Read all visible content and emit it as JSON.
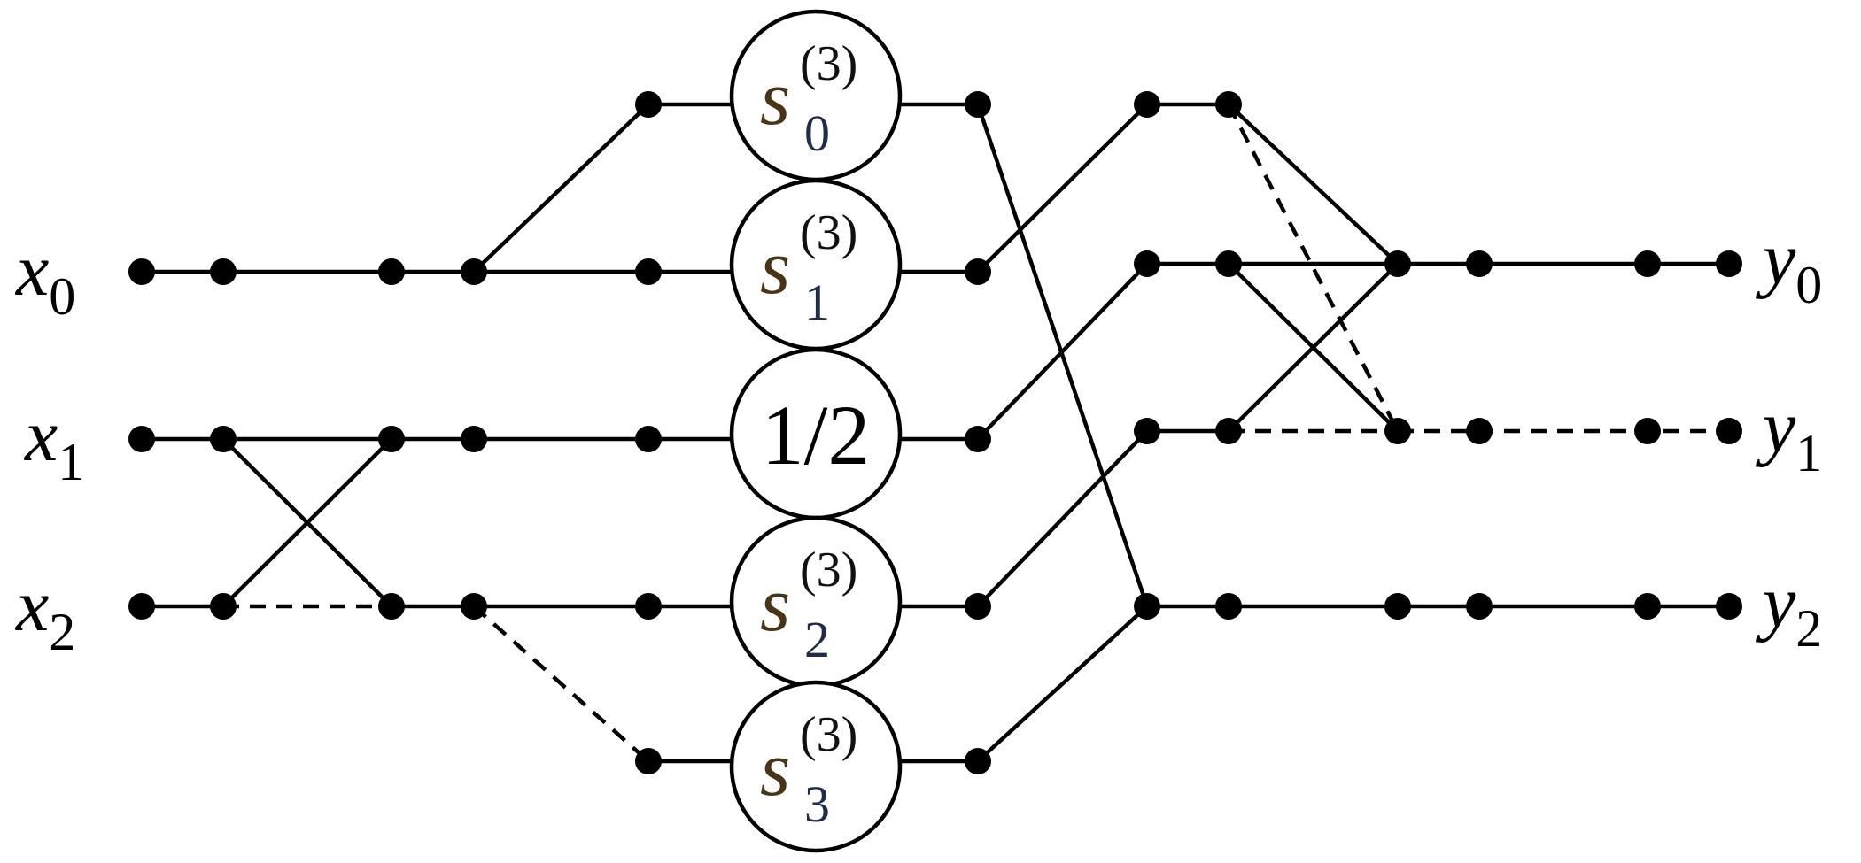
{
  "inputs": [
    {
      "symbol": "x",
      "sub": "0"
    },
    {
      "symbol": "x",
      "sub": "1"
    },
    {
      "symbol": "x",
      "sub": "2"
    }
  ],
  "outputs": [
    {
      "symbol": "y",
      "sub": "0"
    },
    {
      "symbol": "y",
      "sub": "1"
    },
    {
      "symbol": "y",
      "sub": "2"
    }
  ],
  "nodes": [
    {
      "kind": "coef",
      "symbol": "s",
      "sub": "0",
      "sup": "(3)"
    },
    {
      "kind": "coef",
      "symbol": "s",
      "sub": "1",
      "sup": "(3)"
    },
    {
      "kind": "text",
      "text": "1/2"
    },
    {
      "kind": "coef",
      "symbol": "s",
      "sub": "2",
      "sup": "(3)"
    },
    {
      "kind": "coef",
      "symbol": "s",
      "sub": "3",
      "sup": "(3)"
    }
  ],
  "colors": {
    "line": "#000000",
    "background": "#ffffff"
  }
}
